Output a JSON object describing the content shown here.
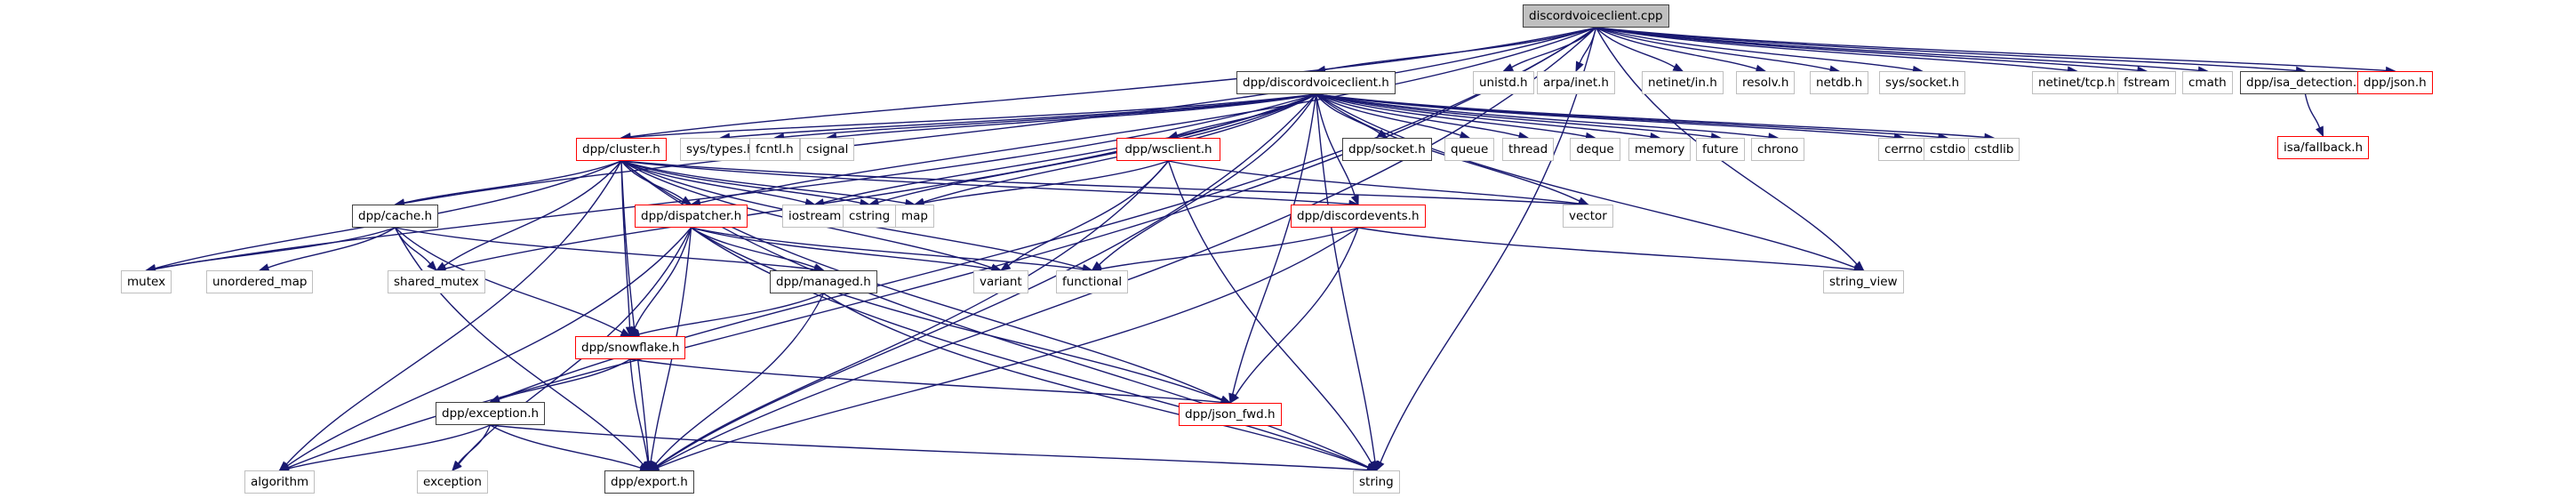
{
  "title": "discordvoiceclient.cpp include dependency graph",
  "colors": {
    "edge": "#191970",
    "root_fill": "#bfbfbf",
    "system_border": "#bfbfbf",
    "local_border": "#404040",
    "incomplete_border": "#ff0000"
  },
  "nodes": [
    {
      "id": "root",
      "label": "discordvoiceclient.cpp",
      "kind": "root"
    },
    {
      "id": "discordvoiceclient_h",
      "label": "dpp/discordvoiceclient.h",
      "kind": "local"
    },
    {
      "id": "unistd",
      "label": "unistd.h",
      "kind": "sys"
    },
    {
      "id": "arpa_inet",
      "label": "arpa/inet.h",
      "kind": "sys"
    },
    {
      "id": "netinet_in",
      "label": "netinet/in.h",
      "kind": "sys"
    },
    {
      "id": "resolv",
      "label": "resolv.h",
      "kind": "sys"
    },
    {
      "id": "netdb",
      "label": "netdb.h",
      "kind": "sys"
    },
    {
      "id": "sys_socket",
      "label": "sys/socket.h",
      "kind": "sys"
    },
    {
      "id": "netinet_tcp",
      "label": "netinet/tcp.h",
      "kind": "sys"
    },
    {
      "id": "fstream",
      "label": "fstream",
      "kind": "sys"
    },
    {
      "id": "cmath",
      "label": "cmath",
      "kind": "sys"
    },
    {
      "id": "isa_detection",
      "label": "dpp/isa_detection.h",
      "kind": "local"
    },
    {
      "id": "json_h",
      "label": "dpp/json.h",
      "kind": "red"
    },
    {
      "id": "isa_fallback",
      "label": "isa/fallback.h",
      "kind": "red"
    },
    {
      "id": "cluster",
      "label": "dpp/cluster.h",
      "kind": "red"
    },
    {
      "id": "sys_types",
      "label": "sys/types.h",
      "kind": "sys"
    },
    {
      "id": "fcntl",
      "label": "fcntl.h",
      "kind": "sys"
    },
    {
      "id": "csignal",
      "label": "csignal",
      "kind": "sys"
    },
    {
      "id": "wsclient",
      "label": "dpp/wsclient.h",
      "kind": "red"
    },
    {
      "id": "socket_h",
      "label": "dpp/socket.h",
      "kind": "local"
    },
    {
      "id": "queue",
      "label": "queue",
      "kind": "sys"
    },
    {
      "id": "thread",
      "label": "thread",
      "kind": "sys"
    },
    {
      "id": "deque",
      "label": "deque",
      "kind": "sys"
    },
    {
      "id": "memory",
      "label": "memory",
      "kind": "sys"
    },
    {
      "id": "future",
      "label": "future",
      "kind": "sys"
    },
    {
      "id": "chrono",
      "label": "chrono",
      "kind": "sys"
    },
    {
      "id": "cerrno",
      "label": "cerrno",
      "kind": "sys"
    },
    {
      "id": "cstdio",
      "label": "cstdio",
      "kind": "sys"
    },
    {
      "id": "cstdlib",
      "label": "cstdlib",
      "kind": "sys"
    },
    {
      "id": "cache",
      "label": "dpp/cache.h",
      "kind": "local"
    },
    {
      "id": "dispatcher",
      "label": "dpp/dispatcher.h",
      "kind": "red"
    },
    {
      "id": "iostream",
      "label": "iostream",
      "kind": "sys"
    },
    {
      "id": "cstring",
      "label": "cstring",
      "kind": "sys"
    },
    {
      "id": "map",
      "label": "map",
      "kind": "sys"
    },
    {
      "id": "discordevents",
      "label": "dpp/discordevents.h",
      "kind": "red"
    },
    {
      "id": "vector",
      "label": "vector",
      "kind": "sys"
    },
    {
      "id": "mutex",
      "label": "mutex",
      "kind": "sys"
    },
    {
      "id": "unordered_map",
      "label": "unordered_map",
      "kind": "sys"
    },
    {
      "id": "shared_mutex",
      "label": "shared_mutex",
      "kind": "sys"
    },
    {
      "id": "managed",
      "label": "dpp/managed.h",
      "kind": "local"
    },
    {
      "id": "variant",
      "label": "variant",
      "kind": "sys"
    },
    {
      "id": "functional",
      "label": "functional",
      "kind": "sys"
    },
    {
      "id": "string_view",
      "label": "string_view",
      "kind": "sys"
    },
    {
      "id": "snowflake",
      "label": "dpp/snowflake.h",
      "kind": "red"
    },
    {
      "id": "exception_h",
      "label": "dpp/exception.h",
      "kind": "local"
    },
    {
      "id": "json_fwd",
      "label": "dpp/json_fwd.h",
      "kind": "red"
    },
    {
      "id": "algorithm",
      "label": "algorithm",
      "kind": "sys"
    },
    {
      "id": "exception",
      "label": "exception",
      "kind": "sys"
    },
    {
      "id": "export",
      "label": "dpp/export.h",
      "kind": "local"
    },
    {
      "id": "string",
      "label": "string",
      "kind": "sys"
    }
  ],
  "edges": [
    [
      "root",
      "discordvoiceclient_h"
    ],
    [
      "root",
      "unistd"
    ],
    [
      "root",
      "arpa_inet"
    ],
    [
      "root",
      "netinet_in"
    ],
    [
      "root",
      "resolv"
    ],
    [
      "root",
      "netdb"
    ],
    [
      "root",
      "sys_socket"
    ],
    [
      "root",
      "netinet_tcp"
    ],
    [
      "root",
      "fstream"
    ],
    [
      "root",
      "cmath"
    ],
    [
      "root",
      "isa_detection"
    ],
    [
      "root",
      "json_h"
    ],
    [
      "root",
      "cluster"
    ],
    [
      "root",
      "cache"
    ],
    [
      "root",
      "algorithm"
    ],
    [
      "root",
      "exception_h"
    ],
    [
      "root",
      "dispatcher"
    ],
    [
      "root",
      "string"
    ],
    [
      "root",
      "export"
    ],
    [
      "root",
      "string_view"
    ],
    [
      "isa_detection",
      "isa_fallback"
    ],
    [
      "discordvoiceclient_h",
      "cluster"
    ],
    [
      "discordvoiceclient_h",
      "sys_types"
    ],
    [
      "discordvoiceclient_h",
      "fcntl"
    ],
    [
      "discordvoiceclient_h",
      "csignal"
    ],
    [
      "discordvoiceclient_h",
      "wsclient"
    ],
    [
      "discordvoiceclient_h",
      "socket_h"
    ],
    [
      "discordvoiceclient_h",
      "queue"
    ],
    [
      "discordvoiceclient_h",
      "thread"
    ],
    [
      "discordvoiceclient_h",
      "deque"
    ],
    [
      "discordvoiceclient_h",
      "memory"
    ],
    [
      "discordvoiceclient_h",
      "future"
    ],
    [
      "discordvoiceclient_h",
      "chrono"
    ],
    [
      "discordvoiceclient_h",
      "cerrno"
    ],
    [
      "discordvoiceclient_h",
      "cstdio"
    ],
    [
      "discordvoiceclient_h",
      "cstdlib"
    ],
    [
      "discordvoiceclient_h",
      "discordevents"
    ],
    [
      "discordvoiceclient_h",
      "functional"
    ],
    [
      "discordvoiceclient_h",
      "vector"
    ],
    [
      "discordvoiceclient_h",
      "map"
    ],
    [
      "discordvoiceclient_h",
      "cstring"
    ],
    [
      "discordvoiceclient_h",
      "iostream"
    ],
    [
      "discordvoiceclient_h",
      "mutex"
    ],
    [
      "discordvoiceclient_h",
      "shared_mutex"
    ],
    [
      "discordvoiceclient_h",
      "json_fwd"
    ],
    [
      "discordvoiceclient_h",
      "export"
    ],
    [
      "discordvoiceclient_h",
      "string"
    ],
    [
      "discordvoiceclient_h",
      "string_view"
    ],
    [
      "cluster",
      "cache"
    ],
    [
      "cluster",
      "dispatcher"
    ],
    [
      "cluster",
      "iostream"
    ],
    [
      "cluster",
      "cstring"
    ],
    [
      "cluster",
      "map"
    ],
    [
      "cluster",
      "discordevents"
    ],
    [
      "cluster",
      "vector"
    ],
    [
      "cluster",
      "mutex"
    ],
    [
      "cluster",
      "shared_mutex"
    ],
    [
      "cluster",
      "algorithm"
    ],
    [
      "cluster",
      "snowflake"
    ],
    [
      "cluster",
      "export"
    ],
    [
      "cluster",
      "variant"
    ],
    [
      "cluster",
      "functional"
    ],
    [
      "cluster",
      "json_fwd"
    ],
    [
      "cluster",
      "string"
    ],
    [
      "wsclient",
      "map"
    ],
    [
      "wsclient",
      "variant"
    ],
    [
      "wsclient",
      "export"
    ],
    [
      "wsclient",
      "string"
    ],
    [
      "wsclient",
      "vector"
    ],
    [
      "cache",
      "mutex"
    ],
    [
      "cache",
      "unordered_map"
    ],
    [
      "cache",
      "shared_mutex"
    ],
    [
      "cache",
      "managed"
    ],
    [
      "cache",
      "snowflake"
    ],
    [
      "cache",
      "export"
    ],
    [
      "dispatcher",
      "managed"
    ],
    [
      "dispatcher",
      "snowflake"
    ],
    [
      "dispatcher",
      "algorithm"
    ],
    [
      "dispatcher",
      "exception"
    ],
    [
      "dispatcher",
      "export"
    ],
    [
      "dispatcher",
      "variant"
    ],
    [
      "dispatcher",
      "functional"
    ],
    [
      "dispatcher",
      "json_fwd"
    ],
    [
      "dispatcher",
      "string"
    ],
    [
      "discordevents",
      "functional"
    ],
    [
      "discordevents",
      "json_fwd"
    ],
    [
      "discordevents",
      "export"
    ],
    [
      "discordevents",
      "string_view"
    ],
    [
      "managed",
      "snowflake"
    ],
    [
      "managed",
      "export"
    ],
    [
      "managed",
      "string"
    ],
    [
      "snowflake",
      "exception_h"
    ],
    [
      "snowflake",
      "export"
    ],
    [
      "snowflake",
      "json_fwd"
    ],
    [
      "exception_h",
      "algorithm"
    ],
    [
      "exception_h",
      "exception"
    ],
    [
      "exception_h",
      "export"
    ],
    [
      "exception_h",
      "string"
    ]
  ]
}
